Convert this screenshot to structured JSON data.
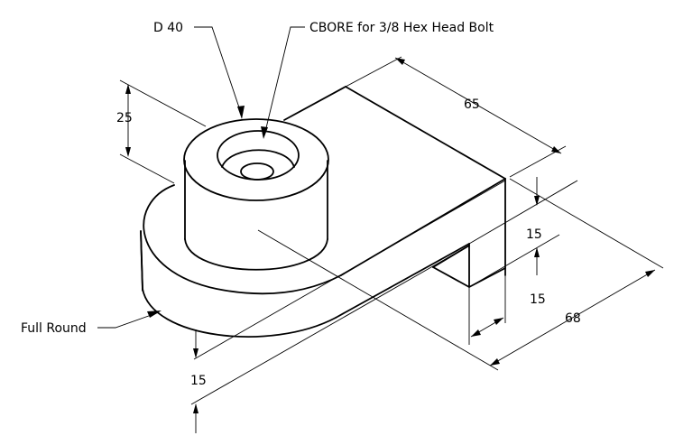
{
  "annotations": {
    "hole_diameter": "D 40",
    "counterbore": "CBORE for 3/8 Hex Head Bolt",
    "full_round": "Full Round"
  },
  "dimensions": {
    "boss_height": "25",
    "length": "65",
    "width": "68",
    "slot_depth": "15",
    "slot_height": "15",
    "base_thickness": "15"
  }
}
